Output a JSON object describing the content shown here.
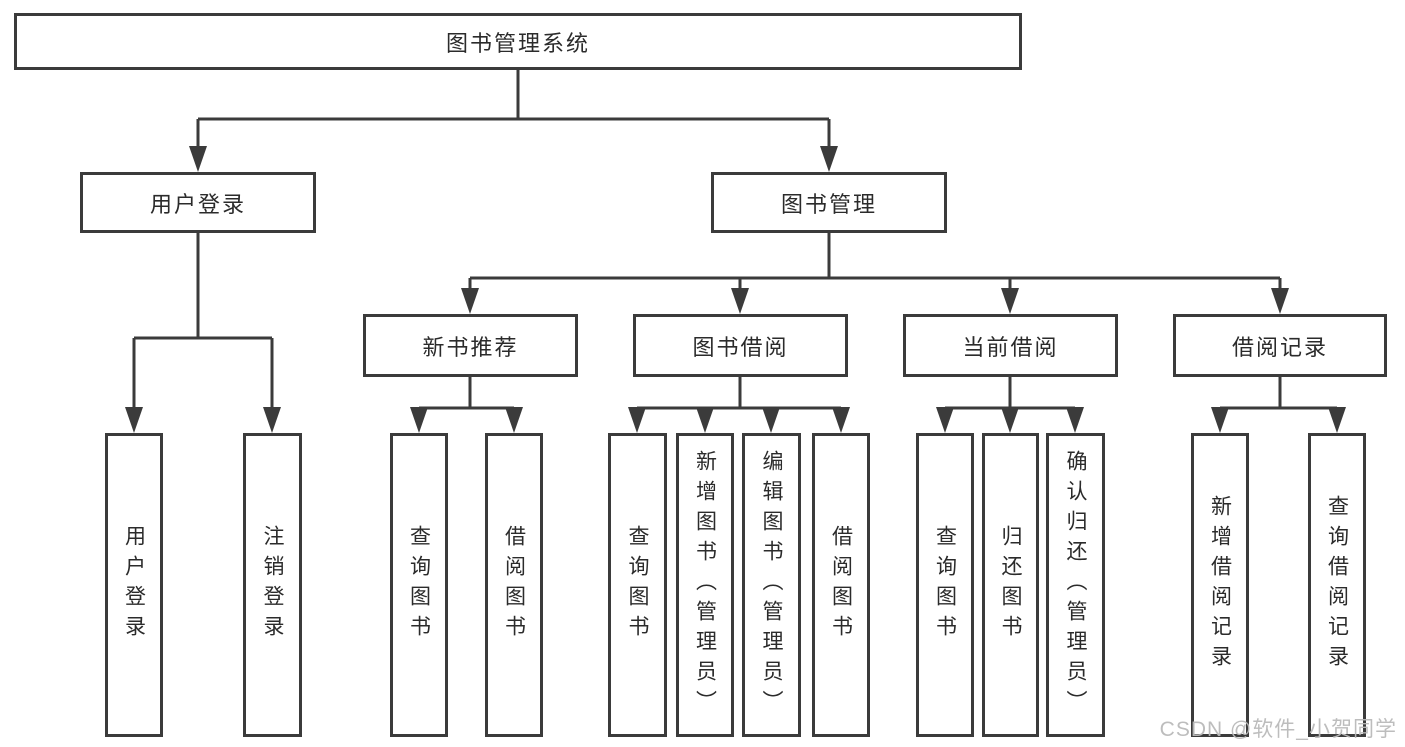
{
  "colors": {
    "line": "#3b3b3b",
    "box_border": "#3b3b3b",
    "box_fill": "#ffffff",
    "text": "#2b2b2b",
    "watermark": "#b9b9b9",
    "background": "#ffffff"
  },
  "nodes": {
    "root": {
      "label": "图书管理系统"
    },
    "level2": [
      {
        "label": "用户登录"
      },
      {
        "label": "图书管理"
      }
    ],
    "level3": [
      {
        "label": "新书推荐"
      },
      {
        "label": "图书借阅"
      },
      {
        "label": "当前借阅"
      },
      {
        "label": "借阅记录"
      }
    ],
    "leaves": [
      {
        "parent": "用户登录",
        "items": [
          {
            "label": "用户登录"
          },
          {
            "label": "注销登录"
          }
        ]
      },
      {
        "parent": "新书推荐",
        "items": [
          {
            "label": "查询图书"
          },
          {
            "label": "借阅图书"
          }
        ]
      },
      {
        "parent": "图书借阅",
        "items": [
          {
            "label": "查询图书"
          },
          {
            "label": "新增图书（管理员）"
          },
          {
            "label": "编辑图书（管理员）"
          },
          {
            "label": "借阅图书"
          }
        ]
      },
      {
        "parent": "当前借阅",
        "items": [
          {
            "label": "查询图书"
          },
          {
            "label": "归还图书"
          },
          {
            "label": "确认归还（管理员）"
          }
        ]
      },
      {
        "parent": "借阅记录",
        "items": [
          {
            "label": "新增借阅记录"
          },
          {
            "label": "查询借阅记录"
          }
        ]
      }
    ]
  },
  "watermark": "CSDN @软件_小贺同学"
}
